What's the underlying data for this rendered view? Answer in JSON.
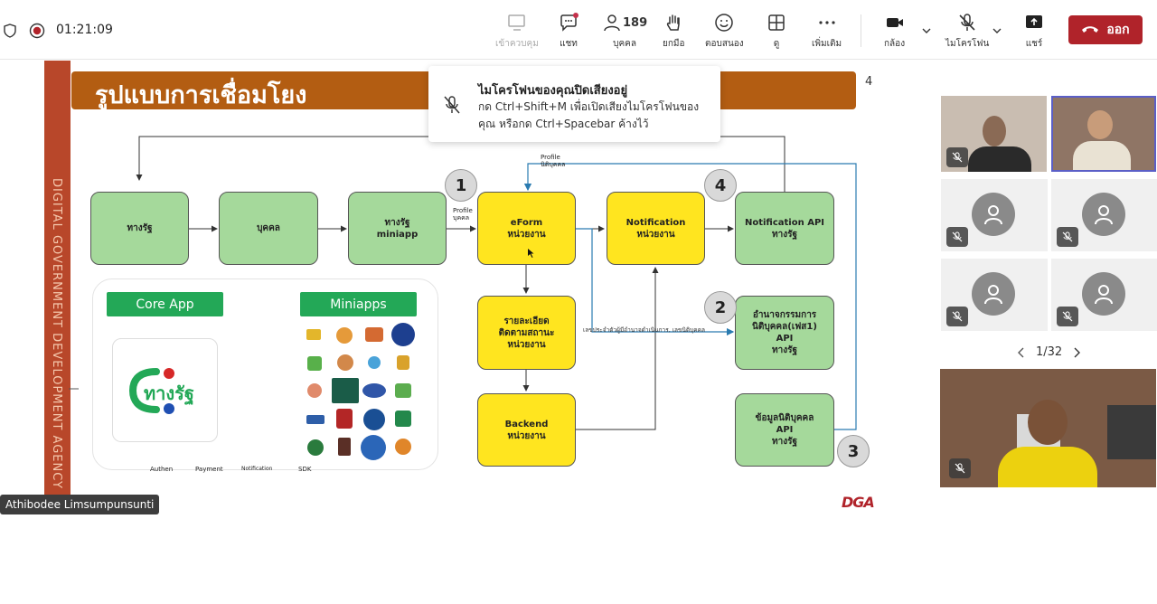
{
  "top": {
    "timer": "01:21:09",
    "items": [
      {
        "key": "share-content",
        "label": "เข้าควบคุม"
      },
      {
        "key": "chat",
        "label": "แชท"
      },
      {
        "key": "people",
        "label": "บุคคล",
        "count": "189"
      },
      {
        "key": "raise",
        "label": "ยกมือ"
      },
      {
        "key": "react",
        "label": "ตอบสนอง"
      },
      {
        "key": "view",
        "label": "ดู"
      },
      {
        "key": "more",
        "label": "เพิ่มเติม"
      },
      {
        "key": "camera",
        "label": "กล้อง"
      },
      {
        "key": "mic",
        "label": "ไมโครโฟน"
      },
      {
        "key": "share",
        "label": "แชร์"
      }
    ],
    "leave_label": "ออก"
  },
  "toast": {
    "title": "ไมโครโฟนของคุณปิดเสียงอยู่",
    "line1": "กด Ctrl+Shift+M เพื่อเปิดเสียงไมโครโฟนของ",
    "line2": "คุณ หรือกด Ctrl+Spacebar ค้างไว้"
  },
  "slide": {
    "title": "รูปแบบการเชื่อมโยง",
    "page_number": "4",
    "vertical_text": "DIGITAL GOVERNMENT DEVELOPMENT AGENCY",
    "boxes": {
      "b1": "ทางรัฐ",
      "b2": "บุคคล",
      "b3a": "ทางรัฐ",
      "b3b": "miniapp",
      "b4a": "eForm",
      "b4b": "หน่วยงาน",
      "b5a": "Notification",
      "b5b": "หน่วยงาน",
      "b6a": "Notification API",
      "b6b": "ทางรัฐ",
      "b7a": "รายละเอียด",
      "b7b": "ติดตามสถานะ",
      "b7c": "หน่วยงาน",
      "b8a": "Backend",
      "b8b": "หน่วยงาน",
      "b9a": "อำนาจกรรมการ",
      "b9b": "นิติบุคคล(เฟส1)",
      "b9c": "API",
      "b9d": "ทางรัฐ",
      "b10a": "ข้อมูลนิติบุคคล",
      "b10b": "API",
      "b10c": "ทางรัฐ"
    },
    "numbers": [
      "1",
      "4",
      "2",
      "3"
    ],
    "labels": {
      "profile_a": "Profile",
      "profile_b": "บุคคล",
      "profile_c": "Profile",
      "profile_d": "นิติบุคคล",
      "mid_text": "เลขประจำตัวผู้มีอำนาจดำเนินการ, เลขนิติบุคคล"
    },
    "core_app_label": "Core App",
    "miniapps_label": "Miniapps",
    "logo_text": "ทางรัฐ",
    "bottom_labels": [
      "Authen",
      "Payment",
      "Notification",
      "SDK"
    ],
    "dga_logo": "DGA"
  },
  "presenter_name": "Athibodee Limsumpunsunti",
  "gallery": {
    "pager": "1/32"
  },
  "colors": {
    "accent": "#b0232a",
    "title_bar": "#b35d12",
    "green_box": "#a5d99b",
    "yellow_box": "#ffe51f",
    "side_band": "#b8472a"
  }
}
